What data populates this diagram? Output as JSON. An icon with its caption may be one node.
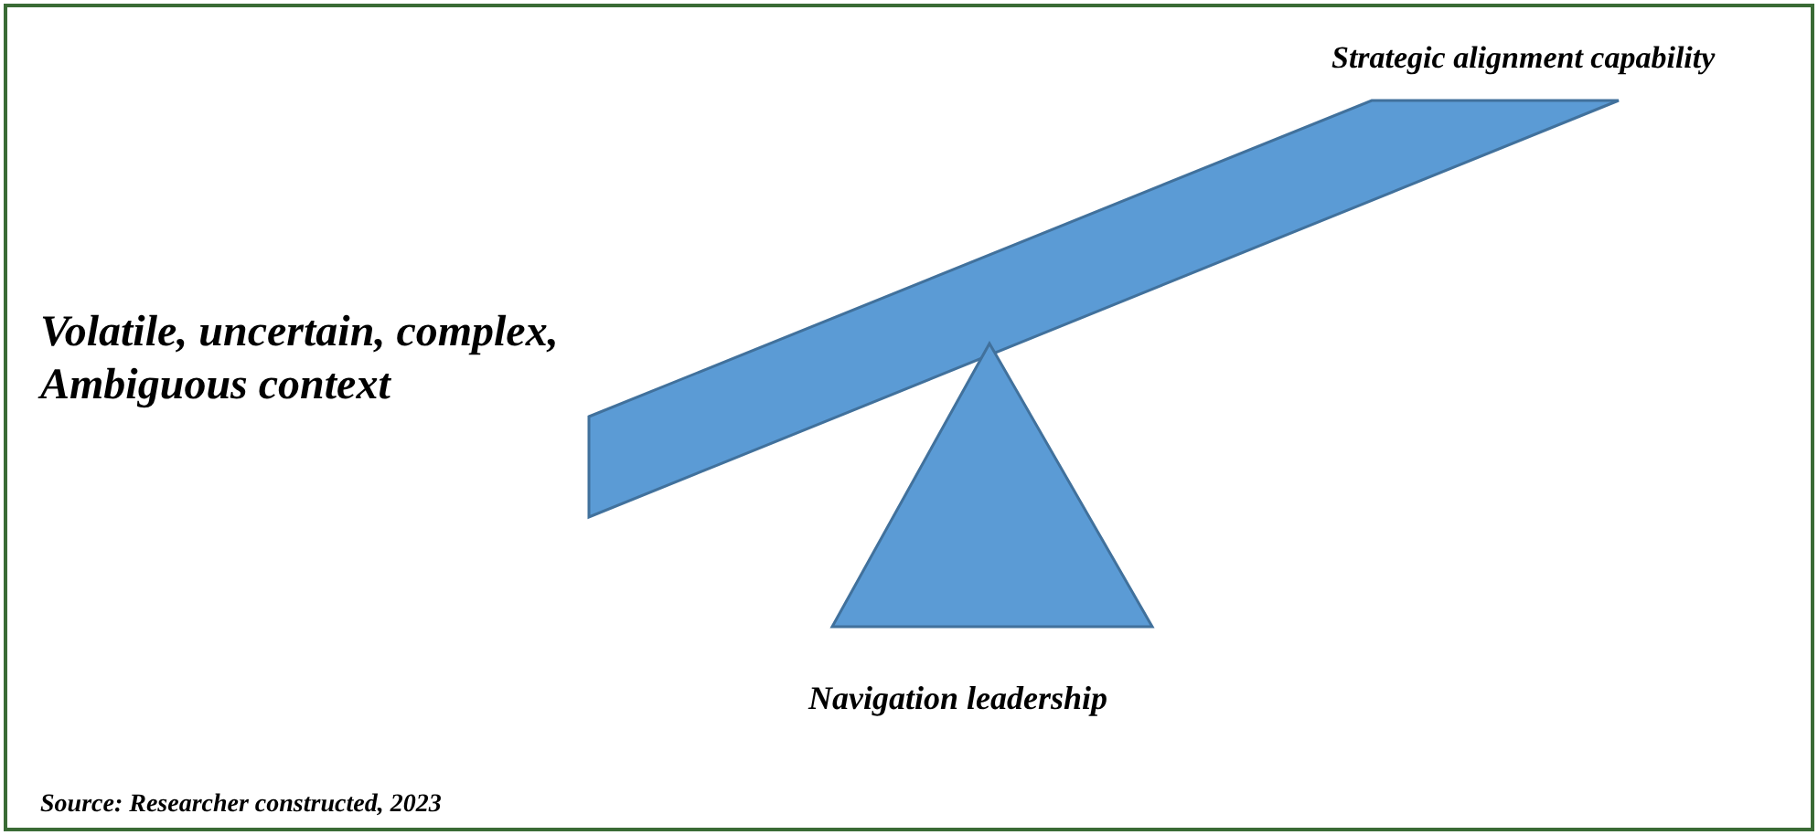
{
  "diagram": {
    "caption": "Source: Researcher constructed, 2023",
    "labels": [
      "Strategic alignment capability",
      "Volatile, uncertain, complex, Ambiguous context",
      "Navigation leadership"
    ]
  }
}
